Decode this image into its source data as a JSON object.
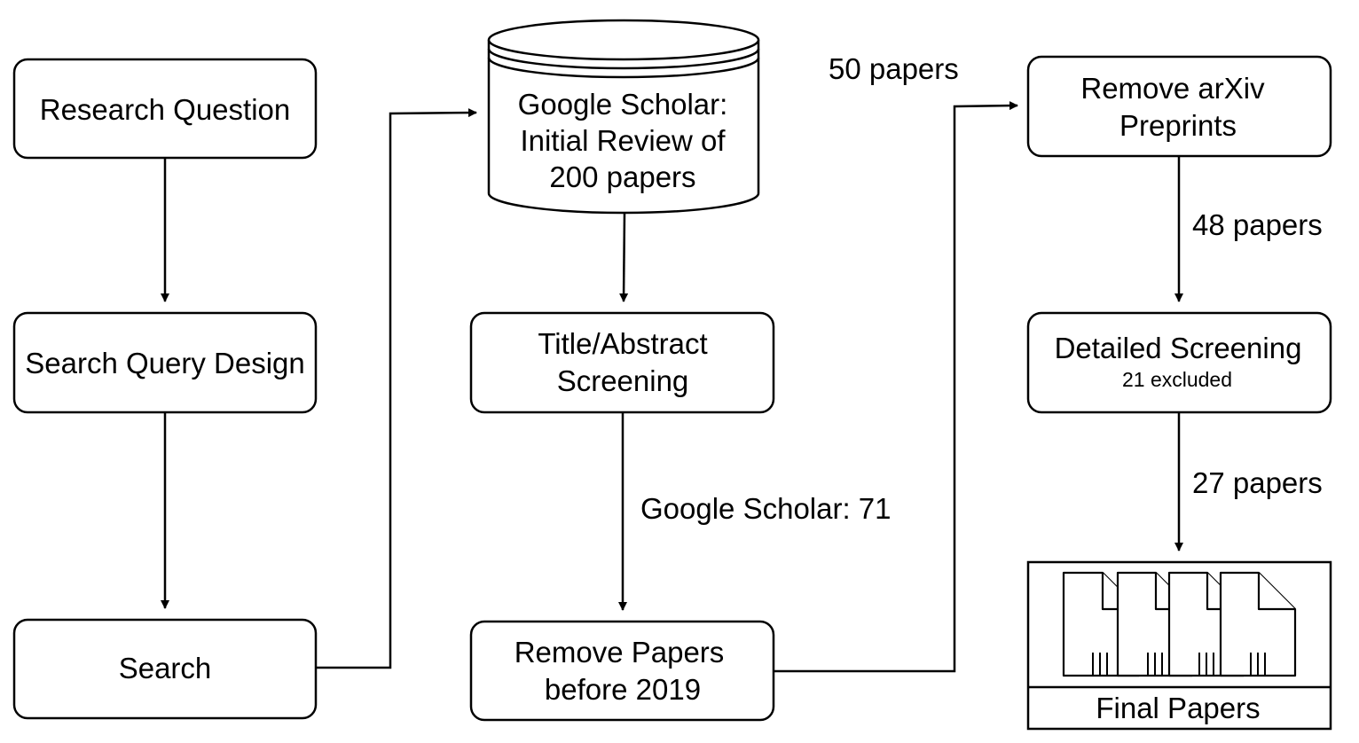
{
  "nodes": {
    "research_question": "Research Question",
    "search_query_design": "Search Query Design",
    "search": "Search",
    "google_scholar_db": [
      "Google Scholar:",
      "Initial Review of",
      "200 papers"
    ],
    "title_abstract_screening": [
      "Title/Abstract",
      "Screening"
    ],
    "remove_before_2019": [
      "Remove Papers",
      "before 2019"
    ],
    "remove_arxiv": [
      "Remove arXiv",
      "Preprints"
    ],
    "detailed_screening": "Detailed Screening",
    "detailed_screening_note": "21 excluded",
    "final_papers": "Final Papers"
  },
  "edge_labels": {
    "google_scholar_71": "Google Scholar: 71",
    "papers_50": "50 papers",
    "papers_48": "48 papers",
    "papers_27": "27 papers"
  }
}
